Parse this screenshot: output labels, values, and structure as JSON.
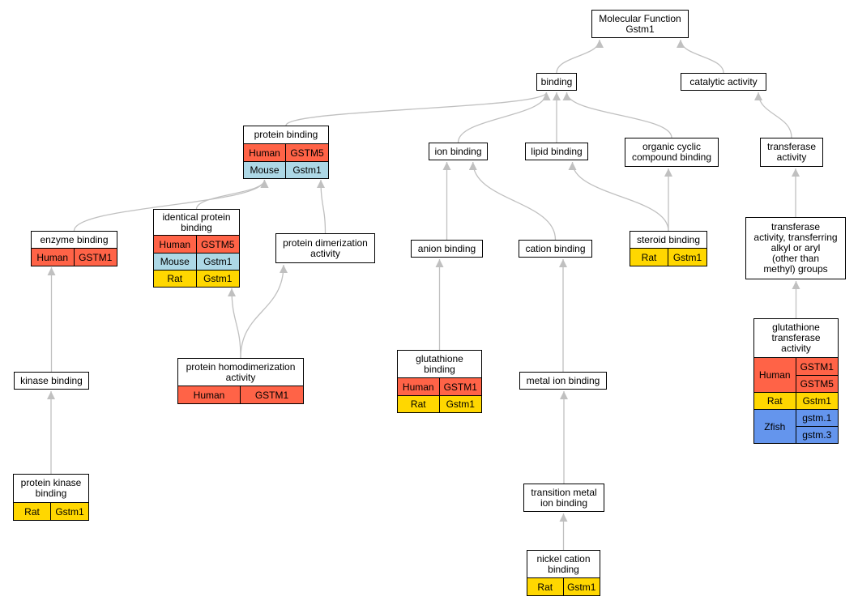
{
  "colors": {
    "human": "#ff6347",
    "mouse": "#add8e6",
    "rat": "#ffd700",
    "zfish": "#6495ed",
    "edge": "#c0c0c0"
  },
  "nodes": {
    "molecular_function": {
      "title": "Molecular Function\nGstm1"
    },
    "binding": {
      "title": "binding"
    },
    "catalytic_activity": {
      "title": "catalytic activity"
    },
    "protein_binding": {
      "title": "protein binding",
      "rows": [
        {
          "species": "Human",
          "genes": [
            "GSTM5"
          ]
        },
        {
          "species": "Mouse",
          "genes": [
            "Gstm1"
          ]
        }
      ]
    },
    "ion_binding": {
      "title": "ion binding"
    },
    "lipid_binding": {
      "title": "lipid binding"
    },
    "organic_cyclic": {
      "title": "organic cyclic\ncompound binding"
    },
    "transferase_activity": {
      "title": "transferase\nactivity"
    },
    "enzyme_binding": {
      "title": "enzyme binding",
      "rows": [
        {
          "species": "Human",
          "genes": [
            "GSTM1"
          ]
        }
      ]
    },
    "identical_protein_binding": {
      "title": "identical protein\nbinding",
      "rows": [
        {
          "species": "Human",
          "genes": [
            "GSTM5"
          ]
        },
        {
          "species": "Mouse",
          "genes": [
            "Gstm1"
          ]
        },
        {
          "species": "Rat",
          "genes": [
            "Gstm1"
          ]
        }
      ]
    },
    "protein_dimerization": {
      "title": "protein dimerization\nactivity"
    },
    "anion_binding": {
      "title": "anion binding"
    },
    "cation_binding": {
      "title": "cation binding"
    },
    "steroid_binding": {
      "title": "steroid binding",
      "rows": [
        {
          "species": "Rat",
          "genes": [
            "Gstm1"
          ]
        }
      ]
    },
    "transferase_alkyl": {
      "title": "transferase\nactivity, transferring\nalkyl or aryl\n(other than\nmethyl) groups"
    },
    "glutathione_transferase": {
      "title": "glutathione\ntransferase\nactivity",
      "rows": [
        {
          "species": "Human",
          "genes": [
            "GSTM1",
            "GSTM5"
          ]
        },
        {
          "species": "Rat",
          "genes": [
            "Gstm1"
          ]
        },
        {
          "species": "Zfish",
          "genes": [
            "gstm.1",
            "gstm.3"
          ]
        }
      ]
    },
    "kinase_binding": {
      "title": "kinase binding"
    },
    "protein_homodimerization": {
      "title": "protein homodimerization\nactivity",
      "rows": [
        {
          "species": "Human",
          "genes": [
            "GSTM1"
          ]
        }
      ]
    },
    "glutathione_binding": {
      "title": "glutathione\nbinding",
      "rows": [
        {
          "species": "Human",
          "genes": [
            "GSTM1"
          ]
        },
        {
          "species": "Rat",
          "genes": [
            "Gstm1"
          ]
        }
      ]
    },
    "metal_ion_binding": {
      "title": "metal ion binding"
    },
    "protein_kinase_binding": {
      "title": "protein kinase\nbinding",
      "rows": [
        {
          "species": "Rat",
          "genes": [
            "Gstm1"
          ]
        }
      ]
    },
    "transition_metal": {
      "title": "transition metal\nion binding"
    },
    "nickel_cation": {
      "title": "nickel cation\nbinding",
      "rows": [
        {
          "species": "Rat",
          "genes": [
            "Gstm1"
          ]
        }
      ]
    }
  },
  "edges": [
    {
      "from": "binding",
      "to": "molecular_function"
    },
    {
      "from": "catalytic_activity",
      "to": "molecular_function"
    },
    {
      "from": "protein_binding",
      "to": "binding"
    },
    {
      "from": "ion_binding",
      "to": "binding"
    },
    {
      "from": "lipid_binding",
      "to": "binding"
    },
    {
      "from": "organic_cyclic",
      "to": "binding"
    },
    {
      "from": "transferase_activity",
      "to": "catalytic_activity"
    },
    {
      "from": "enzyme_binding",
      "to": "protein_binding"
    },
    {
      "from": "identical_protein_binding",
      "to": "protein_binding"
    },
    {
      "from": "protein_dimerization",
      "to": "protein_binding"
    },
    {
      "from": "anion_binding",
      "to": "ion_binding"
    },
    {
      "from": "cation_binding",
      "to": "ion_binding"
    },
    {
      "from": "steroid_binding",
      "to": "lipid_binding"
    },
    {
      "from": "steroid_binding",
      "to": "organic_cyclic"
    },
    {
      "from": "transferase_alkyl",
      "to": "transferase_activity"
    },
    {
      "from": "glutathione_transferase",
      "to": "transferase_alkyl"
    },
    {
      "from": "kinase_binding",
      "to": "enzyme_binding"
    },
    {
      "from": "protein_homodimerization",
      "to": "identical_protein_binding"
    },
    {
      "from": "protein_homodimerization",
      "to": "protein_dimerization"
    },
    {
      "from": "glutathione_binding",
      "to": "anion_binding"
    },
    {
      "from": "metal_ion_binding",
      "to": "cation_binding"
    },
    {
      "from": "protein_kinase_binding",
      "to": "kinase_binding"
    },
    {
      "from": "transition_metal",
      "to": "metal_ion_binding"
    },
    {
      "from": "nickel_cation",
      "to": "transition_metal"
    }
  ]
}
